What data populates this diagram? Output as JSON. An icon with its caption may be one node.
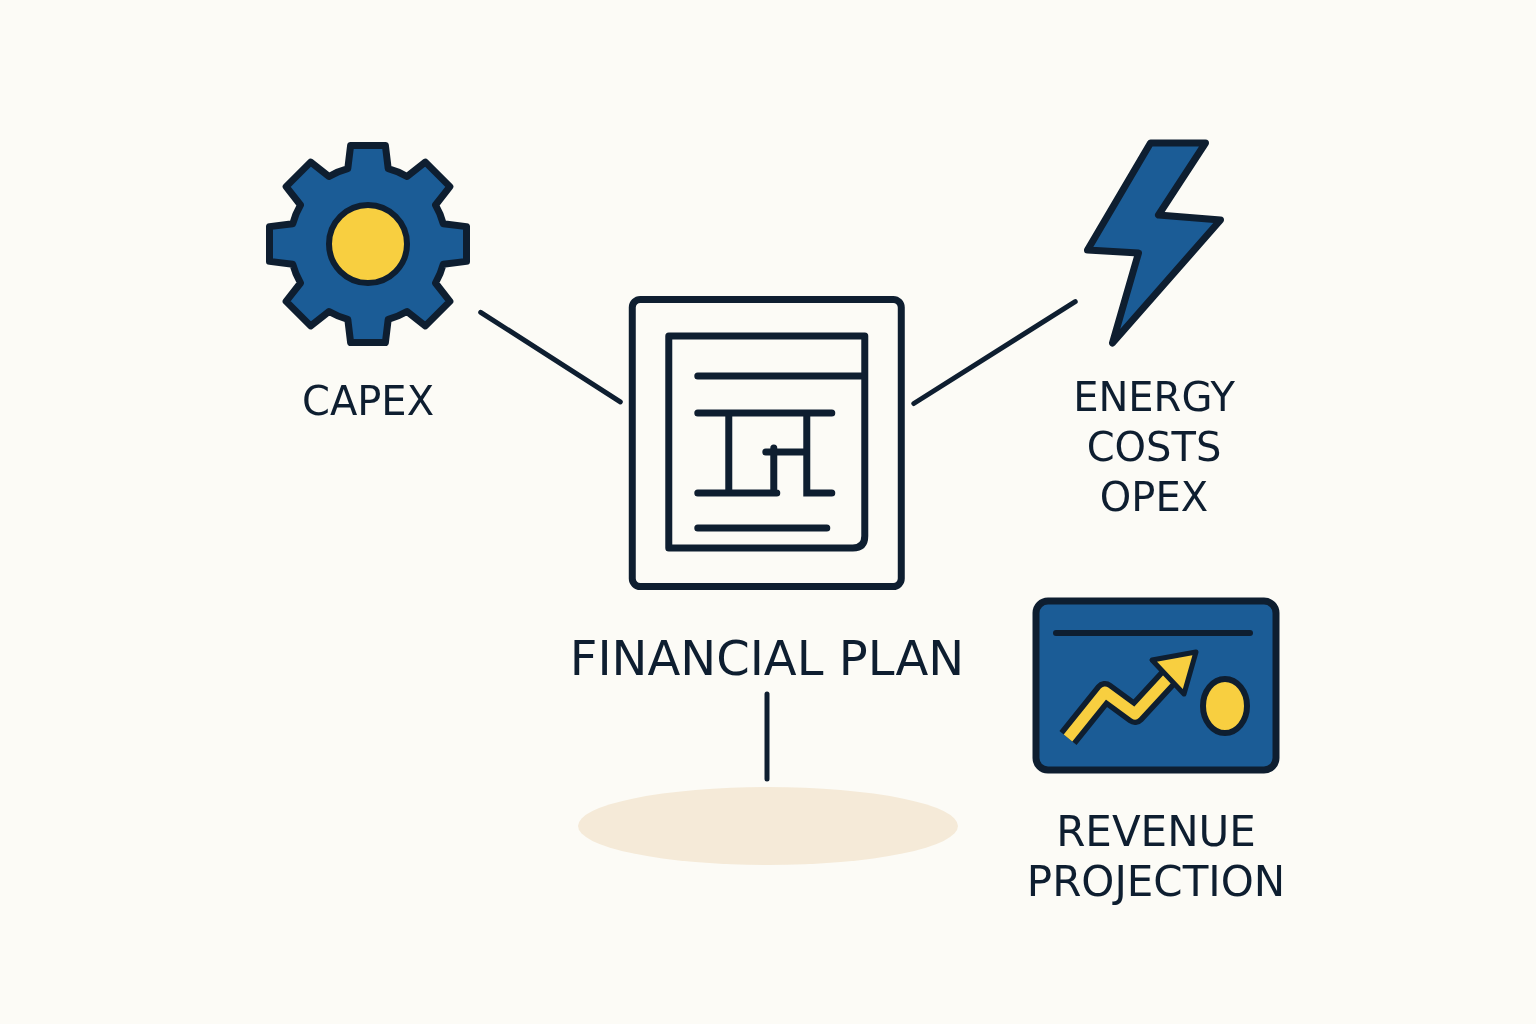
{
  "diagram": {
    "nodes": [
      {
        "text": [
          "CAPEX"
        ]
      },
      {
        "text": [
          "FINANCIAL PLAN"
        ]
      },
      {
        "text": [
          "ENERGY COSTS OPEX"
        ]
      },
      {
        "text": [
          "REVENUE PROJECTION"
        ]
      },
      {
        "text": [],
        "shape": "ellipse"
      }
    ],
    "edges": [
      {
        "from": 0,
        "to": 1,
        "arrow": "none"
      },
      {
        "from": 1,
        "to": 2,
        "arrow": "none"
      },
      {
        "from": 1,
        "to": 4,
        "arrow": "none"
      }
    ]
  }
}
